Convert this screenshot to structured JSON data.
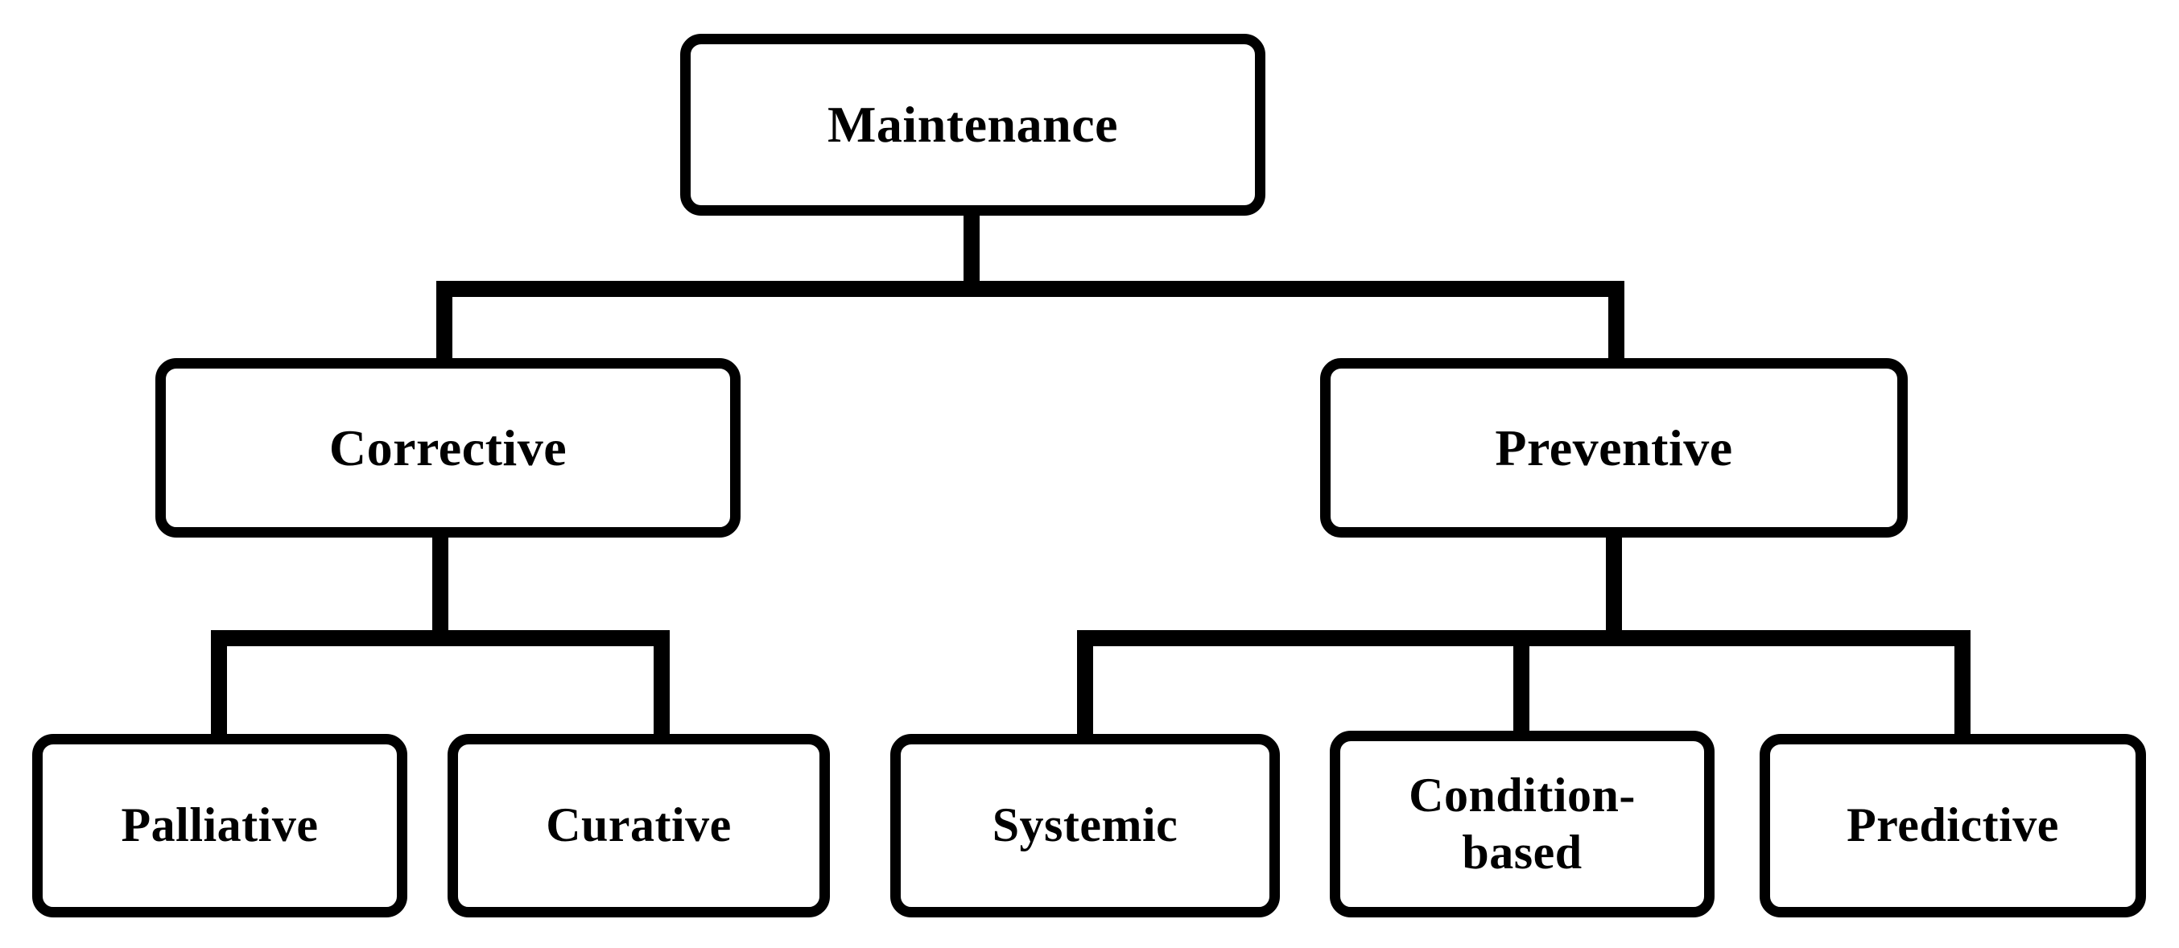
{
  "diagram": {
    "type": "hierarchy-tree",
    "title": "Maintenance",
    "orientation": "top-down",
    "colors": {
      "background": "#ffffff",
      "stroke": "#000000",
      "node_fill": "#ffffff",
      "text": "#000000"
    },
    "levels": [
      {
        "level": 1,
        "nodes": [
          {
            "id": "maintenance",
            "label": "Maintenance"
          }
        ]
      },
      {
        "level": 2,
        "nodes": [
          {
            "id": "corrective",
            "label": "Corrective",
            "parent": "maintenance"
          },
          {
            "id": "preventive",
            "label": "Preventive",
            "parent": "maintenance"
          }
        ]
      },
      {
        "level": 3,
        "nodes": [
          {
            "id": "palliative",
            "label": "Palliative",
            "parent": "corrective"
          },
          {
            "id": "curative",
            "label": "Curative",
            "parent": "corrective"
          },
          {
            "id": "systemic",
            "label": "Systemic",
            "parent": "preventive"
          },
          {
            "id": "condition-based",
            "label": "Condition-\nbased",
            "parent": "preventive"
          },
          {
            "id": "predictive",
            "label": "Predictive",
            "parent": "preventive"
          }
        ]
      }
    ],
    "edges": [
      {
        "from": "maintenance",
        "to": "corrective"
      },
      {
        "from": "maintenance",
        "to": "preventive"
      },
      {
        "from": "corrective",
        "to": "palliative"
      },
      {
        "from": "corrective",
        "to": "curative"
      },
      {
        "from": "preventive",
        "to": "systemic"
      },
      {
        "from": "preventive",
        "to": "condition-based"
      },
      {
        "from": "preventive",
        "to": "predictive"
      }
    ]
  }
}
